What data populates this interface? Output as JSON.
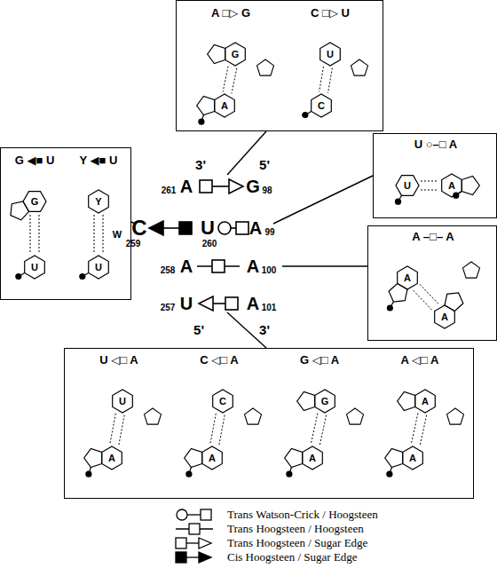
{
  "diagram": {
    "nodes": [
      {
        "text": []
      },
      {
        "text": [
          "A □▷ G",
          "G",
          "A"
        ],
        "in": 0
      },
      {
        "text": [
          "C □▷ U",
          "U",
          "C"
        ],
        "in": 0
      },
      {
        "text": []
      },
      {
        "text": [
          "G ◀■ U",
          "G",
          "U"
        ],
        "in": 3
      },
      {
        "text": [
          "Y ◀■ U",
          "Y",
          "U",
          "W"
        ],
        "in": 3
      },
      {
        "text": []
      },
      {
        "text": [
          "U ○–□ A",
          "U",
          "A"
        ],
        "in": 6
      },
      {
        "text": []
      },
      {
        "text": [
          "A –□– A",
          "A",
          "A"
        ],
        "in": 8
      },
      {
        "text": []
      },
      {
        "text": [
          "U ◁□ A",
          "U",
          "A"
        ],
        "in": 10
      },
      {
        "text": [
          "C ◁□ A",
          "C",
          "A"
        ],
        "in": 10
      },
      {
        "text": [
          "G ◁□ A",
          "G",
          "A"
        ],
        "in": 10
      },
      {
        "text": [
          "A ◁□ A",
          "A",
          "A"
        ],
        "in": 10
      }
    ],
    "labels": [
      "3'",
      "5'",
      "261",
      "A",
      "G",
      "98",
      "C",
      "259",
      "U",
      "260",
      "A",
      "99",
      "258",
      "A",
      "A",
      "100",
      "257",
      "U",
      "A",
      "101",
      "5'",
      "3'"
    ],
    "legend": [
      {
        "text": "Trans Watson-Crick / Hoogsteen"
      },
      {
        "text": "Trans Hoogsteen / Hoogsteen"
      },
      {
        "text": "Trans Hoogsteen / Sugar Edge"
      },
      {
        "text": "Cis Hoogsteen / Sugar Edge"
      }
    ]
  }
}
